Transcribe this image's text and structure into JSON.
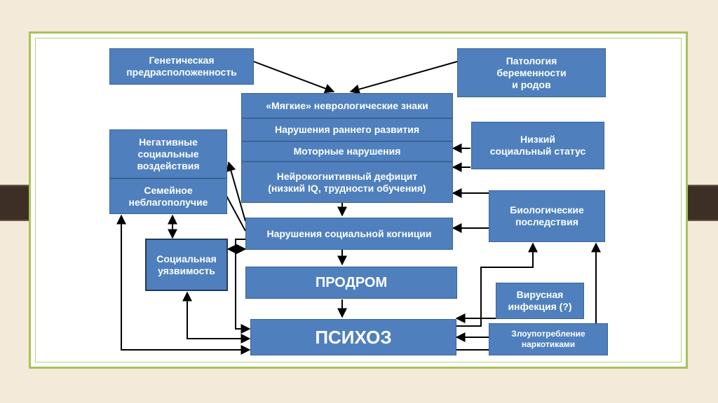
{
  "boxes": {
    "genetic": "Генетическая\nпредрасположенность",
    "pathology": "Патология\nбеременности\nи родов",
    "soft_signs": "«Мягкие» неврологические знаки",
    "early_dev": "Нарушения раннего развития",
    "motor": "Моторные нарушения",
    "neurocog": "Нейрокогнитивный дефицит\n(низкий IQ, трудности обучения)",
    "low_status": "Низкий\nсоциальный статус",
    "negative_social": "Негативные\nсоциальные\nвоздействия",
    "family": "Семейное\nнеблагополучие",
    "bio_consequences": "Биологические\nпоследствия",
    "social_cognition": "Нарушения социальной когниции",
    "vulnerability": "Социальная\nуязвимость",
    "prodrome": "ПРОДРОМ",
    "viral": "Вирусная\nинфекция (?)",
    "psychosis": "ПСИХОЗ",
    "drugs": "Злоупотребление\nнаркотиками"
  },
  "colors": {
    "box_fill": "#4f80bd",
    "box_text": "#ffffff",
    "arrow": "#000000",
    "frame": "#a8c25b",
    "background": "#f3ead9"
  }
}
